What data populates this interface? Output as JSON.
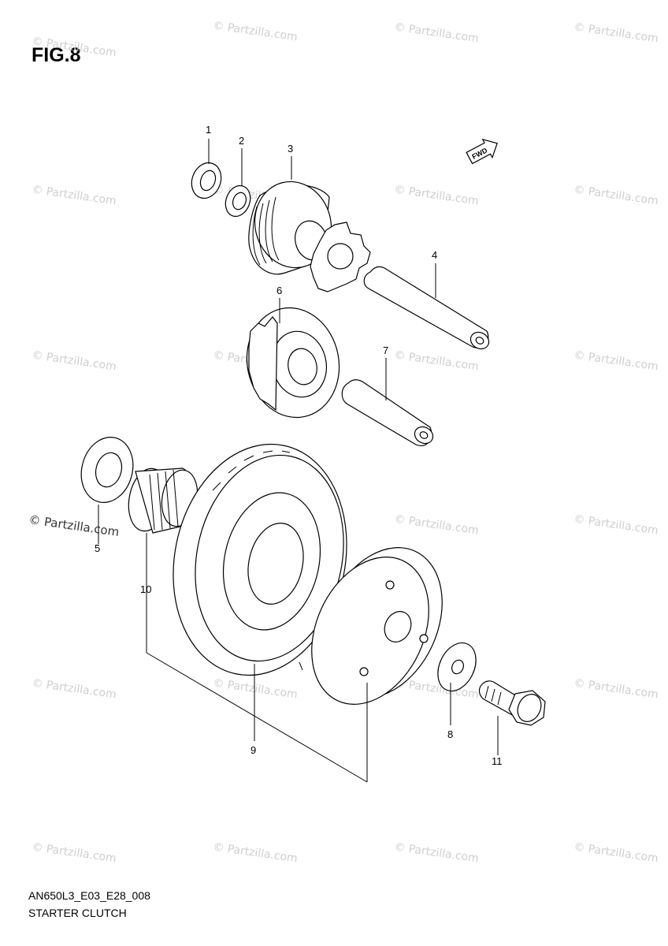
{
  "figure": {
    "title": "FIG.8",
    "code": "AN650L3_E03_E28_008",
    "name": "STARTER CLUTCH",
    "fwd_label": "FWD"
  },
  "watermark": {
    "text": "© Partzilla.com"
  },
  "callouts": [
    "1",
    "2",
    "3",
    "4",
    "6",
    "7",
    "5",
    "10",
    "9",
    "8",
    "11"
  ]
}
